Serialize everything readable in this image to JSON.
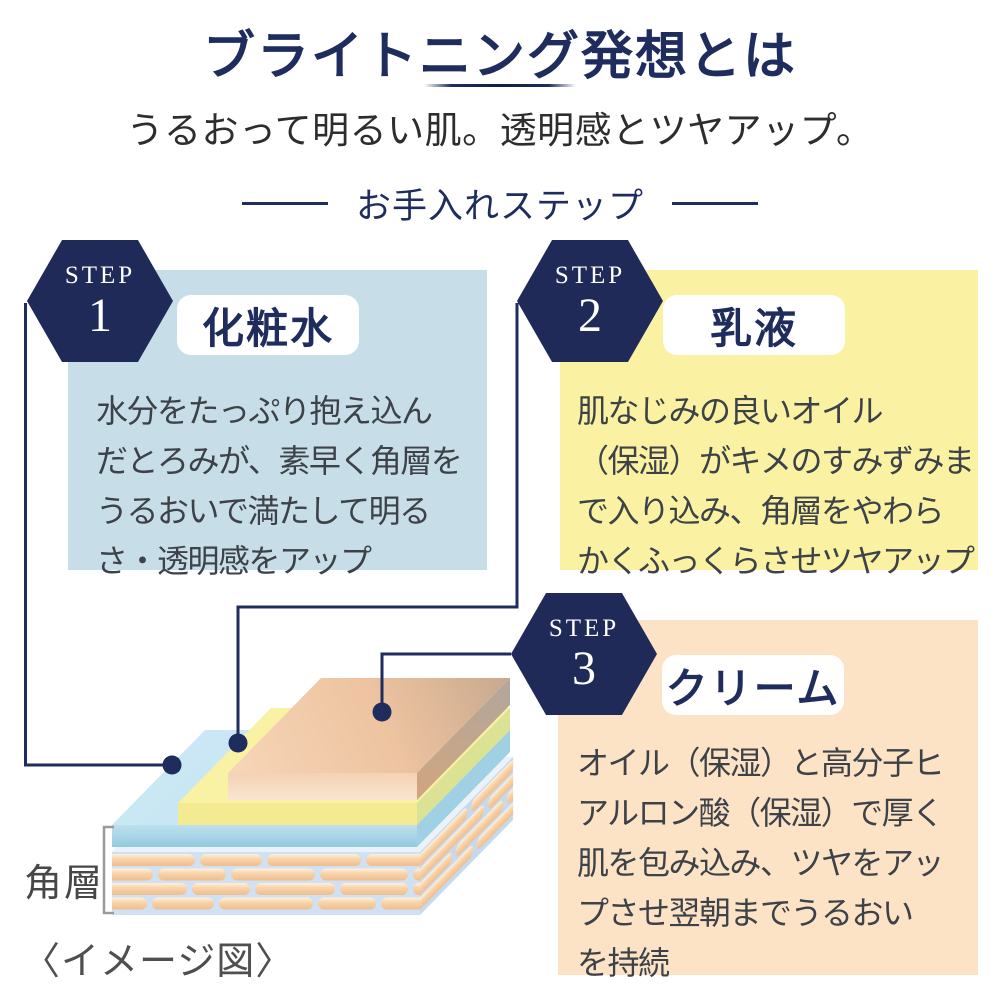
{
  "header": {
    "title": "ブライトニング発想とは",
    "subtitle": "うるおって明るい肌。透明感とツヤアップ。",
    "section_heading": "お手入れステップ"
  },
  "steps": [
    {
      "step_label": "STEP",
      "number": "1",
      "product": "化粧水",
      "lines": [
        "水分をたっぷり抱え込ん",
        "だとろみが、素早く角層を",
        "うるおいで満たして明る",
        "さ・透明感をアップ"
      ],
      "panel_color": "#c7dee9"
    },
    {
      "step_label": "STEP",
      "number": "2",
      "product": "乳液",
      "lines": [
        "肌なじみの良いオイル",
        "（保湿）がキメのすみずみま",
        "で入り込み、角層をやわら",
        "かくふっくらさせツヤアップ"
      ],
      "panel_color": "#faf2a2"
    },
    {
      "step_label": "STEP",
      "number": "3",
      "product": "クリーム",
      "lines": [
        "オイル（保湿）と高分子ヒ",
        "アルロン酸（保湿）で厚く",
        "肌を包み込み、ツヤをアッ",
        "プさせ翌朝までうるおい",
        "を持続"
      ],
      "panel_color": "#fce3c6"
    }
  ],
  "diagram": {
    "layer_label": "角層",
    "caption": "〈イメージ図〉",
    "layers": [
      {
        "name": "lotion-sheet",
        "color": "#c8e6f4"
      },
      {
        "name": "emulsion-sheet",
        "color": "#f9f2a4"
      },
      {
        "name": "cream-slab",
        "color": "#f2cfae"
      },
      {
        "name": "corneum-cells",
        "color": "#f6d0a6"
      }
    ]
  },
  "colors": {
    "navy": "#1f2d5e",
    "hexagon": "#1f2a58",
    "body_text": "#3d4249",
    "gray_text": "#4f4f4f"
  }
}
